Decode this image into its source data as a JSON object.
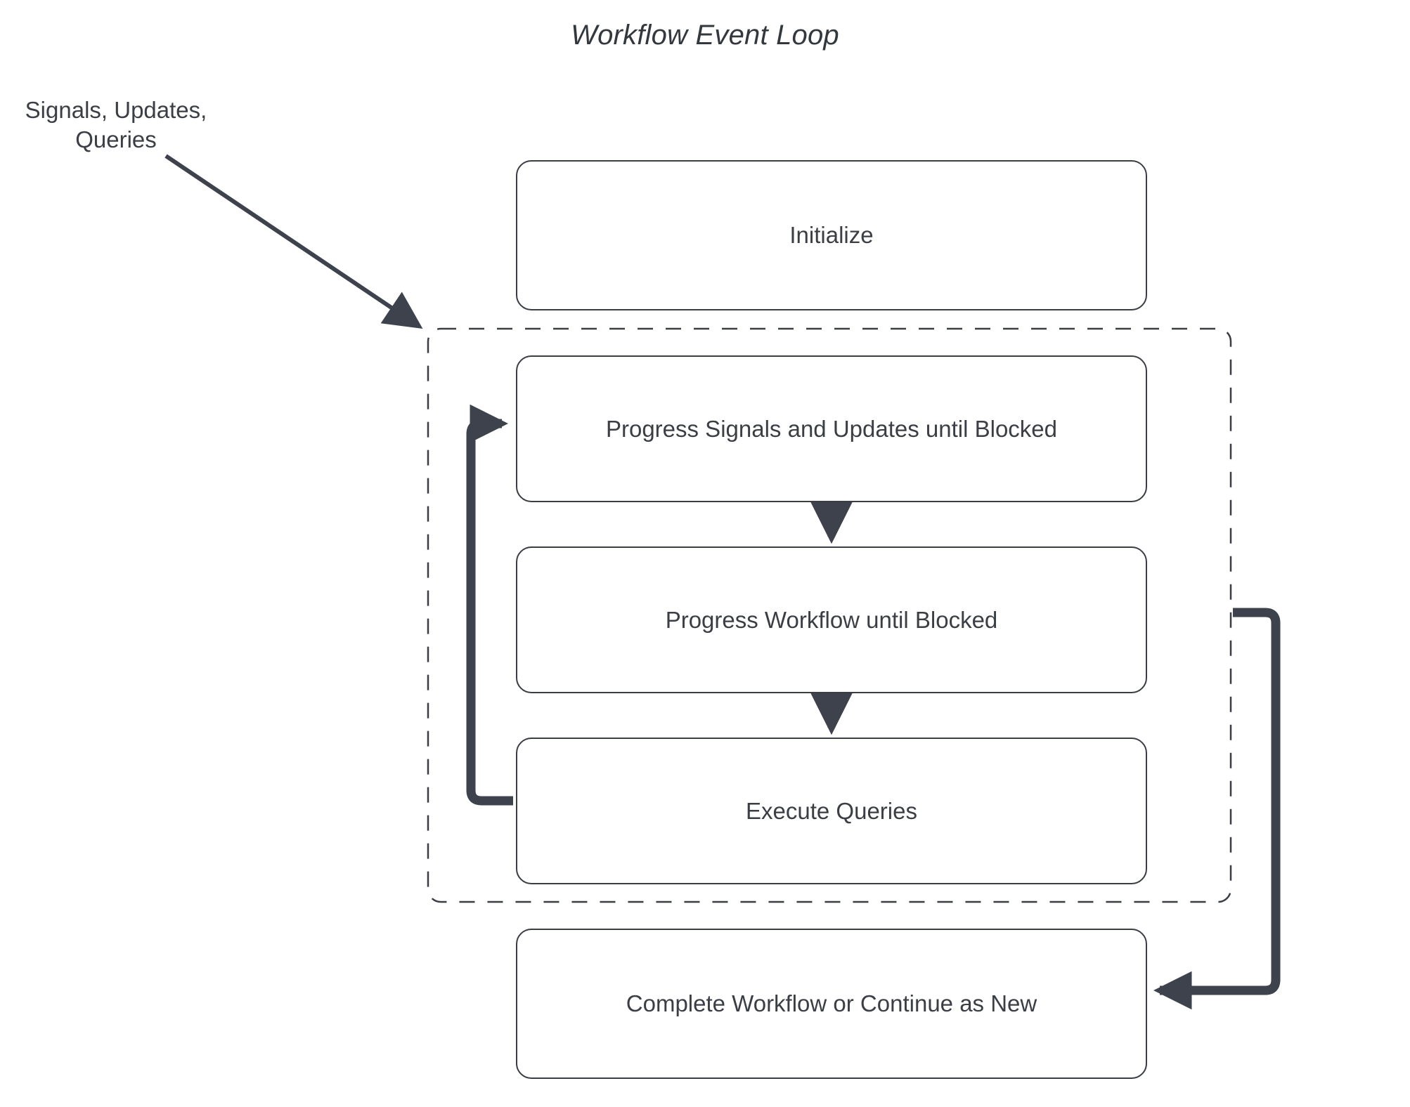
{
  "diagram": {
    "title": "Workflow Event Loop",
    "type": "flowchart",
    "external_label": {
      "line1": "Signals, Updates,",
      "line2": "Queries"
    },
    "nodes": [
      {
        "id": "initialize",
        "label": "Initialize"
      },
      {
        "id": "progress_su",
        "label": "Progress Signals and Updates until Blocked"
      },
      {
        "id": "progress_wf",
        "label": "Progress Workflow until Blocked"
      },
      {
        "id": "exec_queries",
        "label": "Execute Queries"
      },
      {
        "id": "complete",
        "label": "Complete Workflow or Continue as New"
      }
    ],
    "loop_group": {
      "name": "event-loop-group",
      "style": "dashed",
      "members": [
        "progress_su",
        "progress_wf",
        "exec_queries"
      ]
    },
    "edges": [
      {
        "from": "external_signals",
        "to": "loop_group",
        "style": "solid-diagonal"
      },
      {
        "from": "progress_su",
        "to": "progress_wf",
        "style": "solid-down"
      },
      {
        "from": "progress_wf",
        "to": "exec_queries",
        "style": "solid-down"
      },
      {
        "from": "exec_queries",
        "to": "progress_su",
        "style": "loop-back-left"
      },
      {
        "from": "loop_group",
        "to": "complete",
        "style": "loop-exit-right"
      }
    ],
    "colors": {
      "stroke": "#3a3d44",
      "thick_stroke": "#3d424d",
      "text": "#3b3f45",
      "title": "#33383f",
      "background": "#ffffff"
    }
  }
}
